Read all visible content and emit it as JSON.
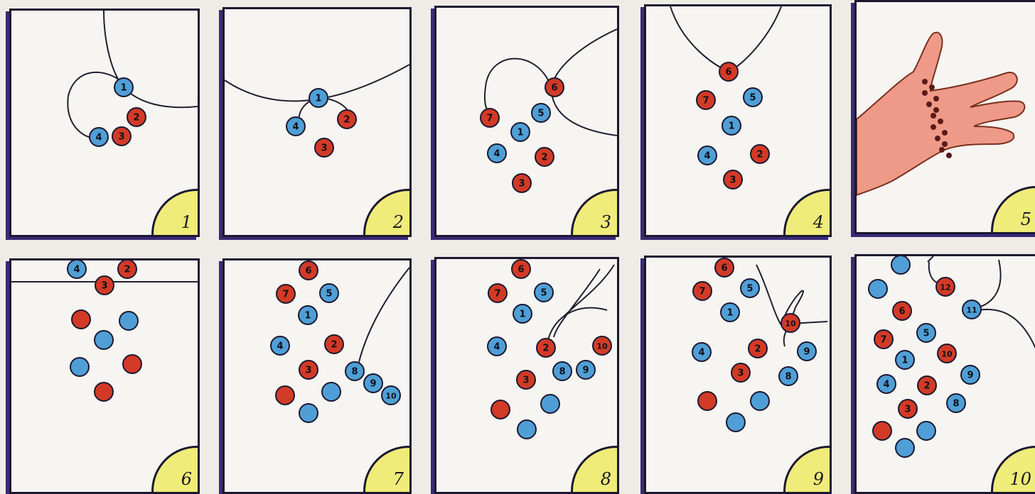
{
  "colors": {
    "blue_bead": "#4f9fd6",
    "red_bead": "#d23a26",
    "outline": "#1c1830",
    "badge": "#f0ec7a",
    "hand": "#ef9a88"
  },
  "icons": {
    "arrow": "arrow-head-icon",
    "hand": "hand-icon"
  },
  "panels": [
    {
      "number": "1",
      "beads": [
        {
          "label": "1",
          "color": "blue"
        },
        {
          "label": "2",
          "color": "red"
        },
        {
          "label": "3",
          "color": "red"
        },
        {
          "label": "4",
          "color": "blue"
        }
      ]
    },
    {
      "number": "2",
      "beads": [
        {
          "label": "1",
          "color": "blue"
        },
        {
          "label": "2",
          "color": "red"
        },
        {
          "label": "3",
          "color": "red"
        },
        {
          "label": "4",
          "color": "blue"
        }
      ]
    },
    {
      "number": "3",
      "beads": [
        {
          "label": "6",
          "color": "red"
        },
        {
          "label": "7",
          "color": "red"
        },
        {
          "label": "5",
          "color": "blue"
        },
        {
          "label": "1",
          "color": "blue"
        },
        {
          "label": "4",
          "color": "blue"
        },
        {
          "label": "2",
          "color": "red"
        },
        {
          "label": "3",
          "color": "red"
        }
      ]
    },
    {
      "number": "4",
      "beads": [
        {
          "label": "6",
          "color": "red"
        },
        {
          "label": "7",
          "color": "red"
        },
        {
          "label": "5",
          "color": "blue"
        },
        {
          "label": "1",
          "color": "blue"
        },
        {
          "label": "4",
          "color": "blue"
        },
        {
          "label": "2",
          "color": "red"
        },
        {
          "label": "3",
          "color": "red"
        }
      ]
    },
    {
      "number": "5",
      "beads": []
    },
    {
      "number": "6",
      "beads": [
        {
          "label": "4",
          "color": "blue"
        },
        {
          "label": "2",
          "color": "red"
        },
        {
          "label": "3",
          "color": "red"
        }
      ]
    },
    {
      "number": "7",
      "beads": [
        {
          "label": "6",
          "color": "red"
        },
        {
          "label": "7",
          "color": "red"
        },
        {
          "label": "5",
          "color": "blue"
        },
        {
          "label": "1",
          "color": "blue"
        },
        {
          "label": "4",
          "color": "blue"
        },
        {
          "label": "2",
          "color": "red"
        },
        {
          "label": "3",
          "color": "red"
        },
        {
          "label": "8",
          "color": "blue"
        },
        {
          "label": "9",
          "color": "blue"
        },
        {
          "label": "10",
          "color": "blue"
        }
      ]
    },
    {
      "number": "8",
      "beads": [
        {
          "label": "6",
          "color": "red"
        },
        {
          "label": "7",
          "color": "red"
        },
        {
          "label": "5",
          "color": "blue"
        },
        {
          "label": "1",
          "color": "blue"
        },
        {
          "label": "4",
          "color": "blue"
        },
        {
          "label": "2",
          "color": "red"
        },
        {
          "label": "3",
          "color": "red"
        },
        {
          "label": "8",
          "color": "blue"
        },
        {
          "label": "9",
          "color": "blue"
        },
        {
          "label": "10",
          "color": "red"
        }
      ]
    },
    {
      "number": "9",
      "beads": [
        {
          "label": "6",
          "color": "red"
        },
        {
          "label": "7",
          "color": "red"
        },
        {
          "label": "5",
          "color": "blue"
        },
        {
          "label": "1",
          "color": "blue"
        },
        {
          "label": "10",
          "color": "red"
        },
        {
          "label": "4",
          "color": "blue"
        },
        {
          "label": "2",
          "color": "red"
        },
        {
          "label": "9",
          "color": "blue"
        },
        {
          "label": "3",
          "color": "red"
        },
        {
          "label": "8",
          "color": "blue"
        }
      ]
    },
    {
      "number": "10",
      "beads": [
        {
          "label": "12",
          "color": "red"
        },
        {
          "label": "6",
          "color": "red"
        },
        {
          "label": "11",
          "color": "blue"
        },
        {
          "label": "7",
          "color": "red"
        },
        {
          "label": "5",
          "color": "blue"
        },
        {
          "label": "1",
          "color": "blue"
        },
        {
          "label": "10",
          "color": "red"
        },
        {
          "label": "9",
          "color": "blue"
        },
        {
          "label": "4",
          "color": "blue"
        },
        {
          "label": "2",
          "color": "red"
        },
        {
          "label": "8",
          "color": "blue"
        },
        {
          "label": "3",
          "color": "red"
        }
      ]
    }
  ]
}
